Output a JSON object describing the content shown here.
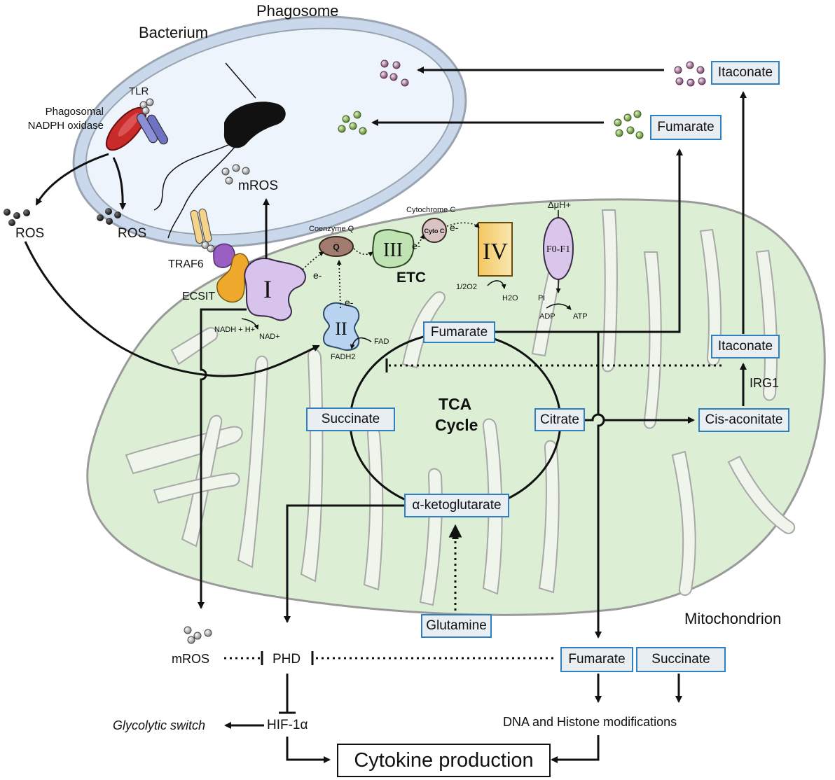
{
  "compartments": {
    "phagosome": "Phagosome",
    "bacterium": "Bacterium",
    "mitochondrion": "Mitochondrion"
  },
  "proteins": {
    "tlr": "TLR",
    "nadph_oxidase_line1": "Phagosomal",
    "nadph_oxidase_line2": "NADPH oxidase",
    "traf6": "TRAF6",
    "ecsit": "ECSIT"
  },
  "species": {
    "ros_phagosome": "ROS",
    "ros_outside": "ROS",
    "mros_phagosome": "mROS",
    "mros_bottom": "mROS"
  },
  "etc": {
    "complex_i": "I",
    "complex_ii": "II",
    "complex_iii": "III",
    "complex_iv": "IV",
    "f0f1": "F0-F1",
    "label": "ETC",
    "coenzyme_q": "Coenzyme Q",
    "q": "Q",
    "cytochrome_c": "Cytochrome C",
    "cyto_c": "Cyto C",
    "electron": "e-",
    "nadh": "NADH + H+",
    "nad": "NAD+",
    "fad": "FAD",
    "fadh2": "FADH2",
    "oxygen": "1/2O2",
    "water": "H2O",
    "proton_gradient": "ΔμH+",
    "pi": "Pi",
    "adp": "ADP",
    "atp": "ATP"
  },
  "metabolites": {
    "itaconate_top": "Itaconate",
    "fumarate_top": "Fumarate",
    "fumarate_tca": "Fumarate",
    "itaconate_mito": "Itaconate",
    "succinate_tca": "Succinate",
    "citrate": "Citrate",
    "cis_aconitate": "Cis-aconitate",
    "alpha_kg": "α-ketoglutarate",
    "glutamine": "Glutamine",
    "fumarate_bottom": "Fumarate",
    "succinate_bottom": "Succinate"
  },
  "tca": {
    "line1": "TCA",
    "line2": "Cycle"
  },
  "enzymes": {
    "irg1": "IRG1",
    "phd": "PHD",
    "hif": "HIF-1α"
  },
  "outcomes": {
    "glycolytic_switch": "Glycolytic switch",
    "dna_histone": "DNA and Histone modifications",
    "cytokine": "Cytokine production"
  }
}
